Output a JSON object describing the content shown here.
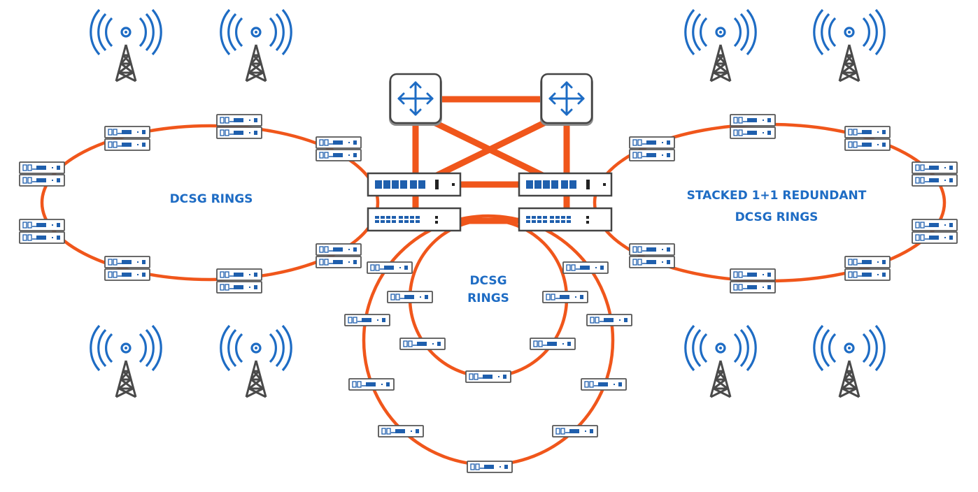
{
  "labels": {
    "left_ring": "DCSG RINGS",
    "center_ring_line1": "DCSG",
    "center_ring_line2": "RINGS",
    "right_ring_line1": "STACKED 1+1 REDUNDANT",
    "right_ring_line2": "DCSG RINGS"
  },
  "colors": {
    "link": "#f0561b",
    "label": "#1e6cc4",
    "wifi": "#1e6cc4",
    "tower": "#4a4a4a",
    "device_border": "#555555",
    "device_port": "#1f5fad",
    "router_fill": "#ffffff",
    "router_arrows": "#1e6cc4"
  },
  "icons": {
    "tower": "cell-tower-icon",
    "router": "router-icon",
    "switch": "aggregation-switch-icon",
    "csg": "dcsg-device-icon"
  }
}
